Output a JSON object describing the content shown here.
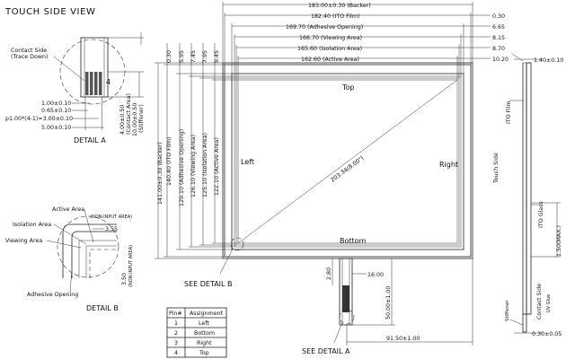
{
  "touch_side_view_title": "TOUCH SIDE VIEW",
  "detail_a": {
    "title": "DETAIL A",
    "contact_side_line1": "Contact  Side",
    "contact_side_line2": "(Trace Down)",
    "num_4": "4",
    "dim_1": "1.00±0.10",
    "dim_2": "0.65±0.10",
    "dim_3": "p1.00*(4-1)=3.00±0.10",
    "dim_4": "5.00±0.10",
    "dim_contact_area": "4.00±0.50",
    "dim_contact_area_label": "(Contact Area)",
    "dim_stiffener": "10.00±0.50",
    "dim_stiffener_label": "(Stiffener)"
  },
  "detail_b": {
    "title": "DETAIL B",
    "non_input_top": "(NON-INPUT AREA)",
    "active_area": "Active Area",
    "isolation_area": "Isolation Area",
    "viewing_area": "Viewing Area",
    "dim_355": "3.55",
    "dim_350": "3.50",
    "non_input_side": "(NON-INPUT AREA)",
    "adhesive_opening": "Adhesive Opening"
  },
  "pin_table": {
    "headers": [
      "Pin#",
      "Assignment"
    ],
    "rows": [
      [
        "1",
        "Left"
      ],
      [
        "2",
        "Bottom"
      ],
      [
        "3",
        "Right"
      ],
      [
        "4",
        "Top"
      ]
    ]
  },
  "main": {
    "top_dims": [
      {
        "value": "183.00±0.30 (Backer)",
        "offset": "0.30"
      },
      {
        "value": "182.40 (ITO Film)",
        "offset": "0.30"
      },
      {
        "value": "169.70 (Adhesive Opening)",
        "offset": "6.65"
      },
      {
        "value": "166.70 (Viewing Area)",
        "offset": "8.15"
      },
      {
        "value": "165.60 (Isolation Area)",
        "offset": "8.70"
      },
      {
        "value": "162.60 (Active Area)",
        "offset": "10.20"
      }
    ],
    "left_offsets": [
      "0.30",
      "5.95",
      "7.45",
      "7.95",
      "9.45"
    ],
    "left_dims": [
      "141.00±0.30 (Backer)",
      "140.40 (ITO Film)",
      "129.10 (Adhesive Opening)",
      "126.10 (Viewing Area)",
      "125.10 (Isolation Area)",
      "122.10 (Active Area)"
    ],
    "label_top": "Top",
    "label_left": "Left",
    "label_right": "Right",
    "label_bottom": "Bottom",
    "diagonal": "203.34(8.00\")",
    "see_detail_b": "SEE DETAIL B",
    "see_detail_a": "SEE DETAIL A",
    "dim_280": "2.80",
    "dim_1600": "16.00",
    "dim_tail_len": "50.00±1.00",
    "dim_tail_pos": "91.50±1.00"
  },
  "side_view": {
    "dim_top": "1.40±0.10",
    "ito_film": "ITO Film",
    "touch_side": "Touch Side",
    "ito_glass": "ITO Glass",
    "dim_150": "1.50(MAX.)",
    "uv_glue": "UV Glue",
    "contact_side": "Contact Side",
    "stiffener": "Stiffener",
    "dim_bottom": "0.30±0.05"
  }
}
